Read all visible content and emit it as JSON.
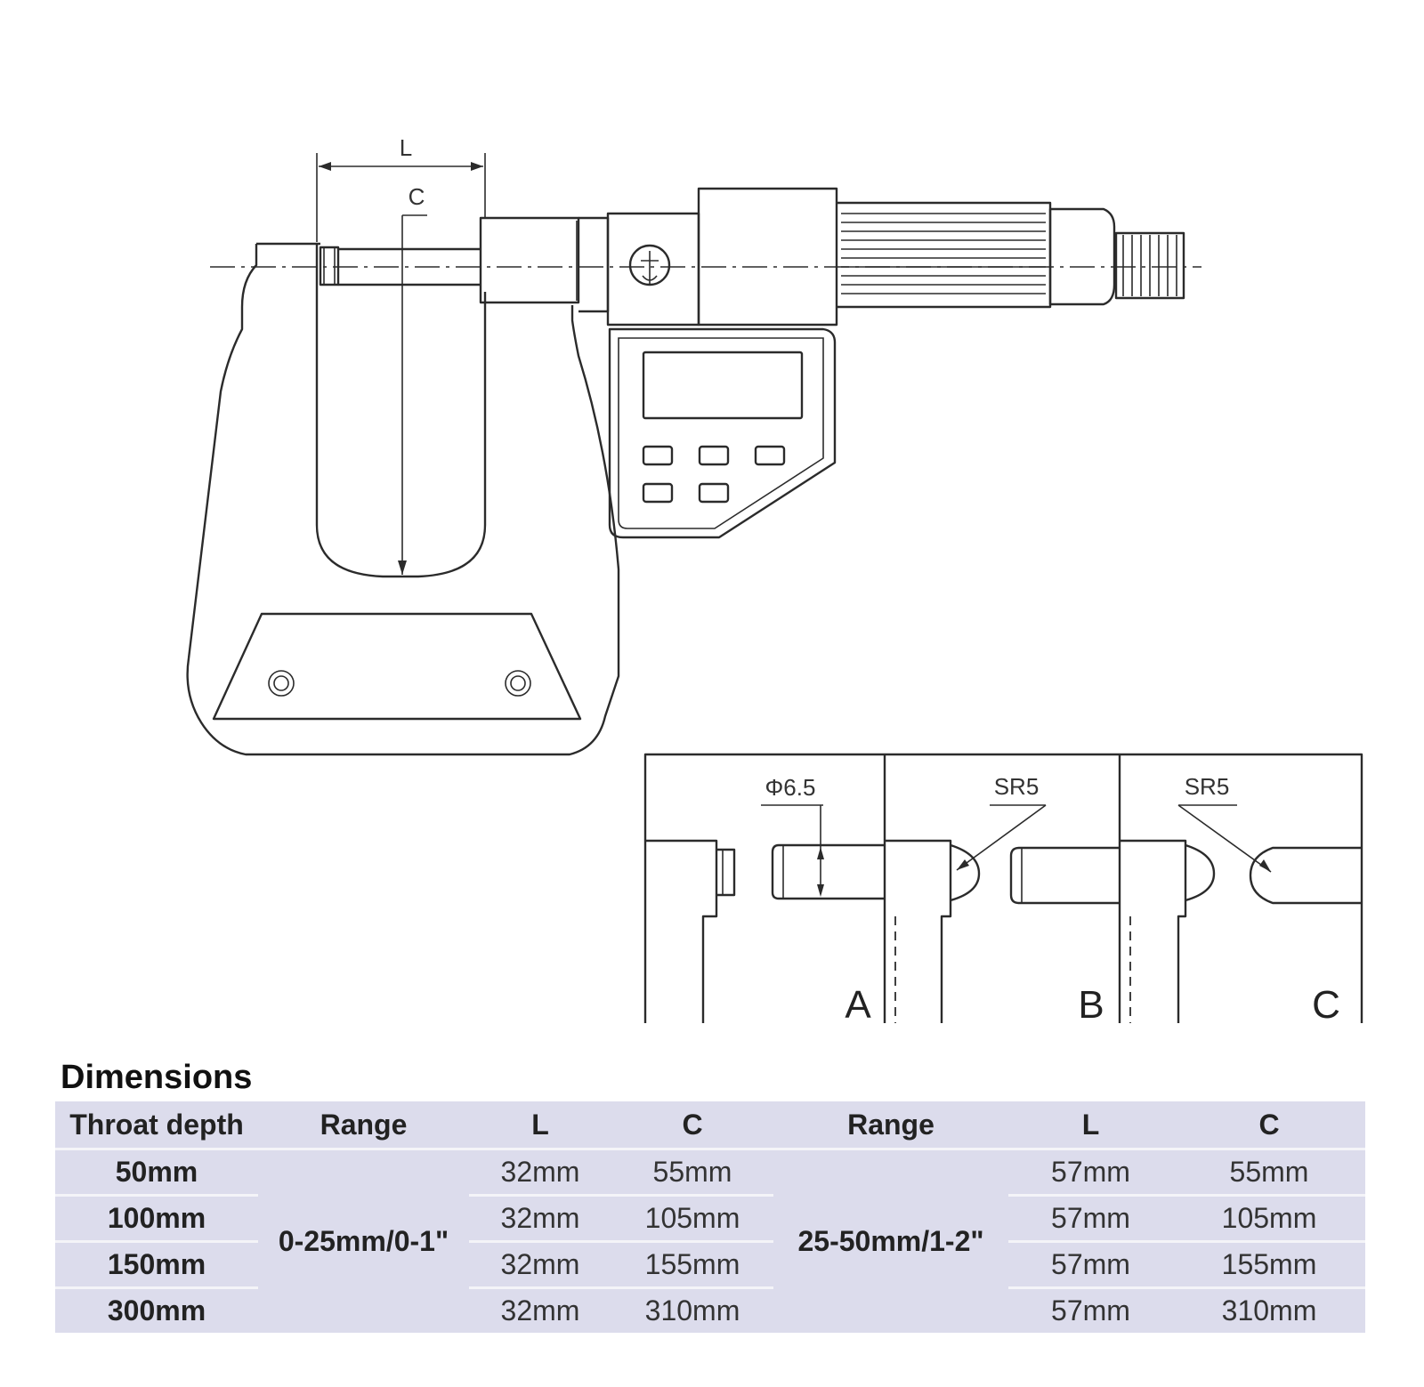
{
  "drawing": {
    "dim_L": "L",
    "dim_C": "C",
    "details": [
      {
        "letter": "A",
        "callout": "Φ6.5"
      },
      {
        "letter": "B",
        "callout": "SR5"
      },
      {
        "letter": "C",
        "callout": "SR5"
      }
    ]
  },
  "dimensions": {
    "title": "Dimensions",
    "headers": {
      "throat_depth": "Throat depth",
      "range1": "Range",
      "l1": "L",
      "c1": "C",
      "range2": "Range",
      "l2": "L",
      "c2": "C"
    },
    "range1_value": "0-25mm/0-1\"",
    "range2_value": "25-50mm/1-2\"",
    "rows": [
      {
        "depth": "50mm",
        "l1": "32mm",
        "c1": "55mm",
        "l2": "57mm",
        "c2": "55mm"
      },
      {
        "depth": "100mm",
        "l1": "32mm",
        "c1": "105mm",
        "l2": "57mm",
        "c2": "105mm"
      },
      {
        "depth": "150mm",
        "l1": "32mm",
        "c1": "155mm",
        "l2": "57mm",
        "c2": "155mm"
      },
      {
        "depth": "300mm",
        "l1": "32mm",
        "c1": "310mm",
        "l2": "57mm",
        "c2": "310mm"
      }
    ]
  }
}
